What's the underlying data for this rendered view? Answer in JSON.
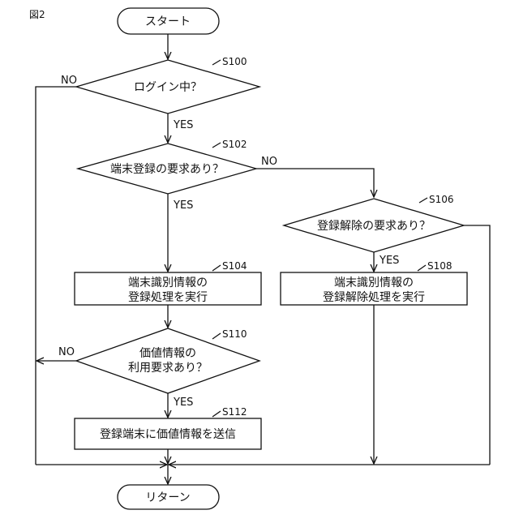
{
  "figure_label": "図2",
  "nodes": {
    "start": "スタート",
    "s100": {
      "step": "S100",
      "text": "ログイン中？"
    },
    "s102": {
      "step": "S102",
      "text": "端末登録の要求あり？"
    },
    "s104": {
      "step": "S104",
      "line1": "端末識別情報の",
      "line2": "登録処理を実行"
    },
    "s106": {
      "step": "S106",
      "text": "登録解除の要求あり？"
    },
    "s108": {
      "step": "S108",
      "line1": "端末識別情報の",
      "line2": "登録解除処理を実行"
    },
    "s110": {
      "step": "S110",
      "line1": "価値情報の",
      "line2": "利用要求あり？"
    },
    "s112": {
      "step": "S112",
      "text": "登録端末に価値情報を送信"
    },
    "end": "リターン"
  },
  "edge_labels": {
    "s100_no": "NO",
    "s100_yes": "YES",
    "s102_no": "NO",
    "s102_yes": "YES",
    "s106_yes": "YES",
    "s110_no": "NO",
    "s110_yes": "YES"
  }
}
